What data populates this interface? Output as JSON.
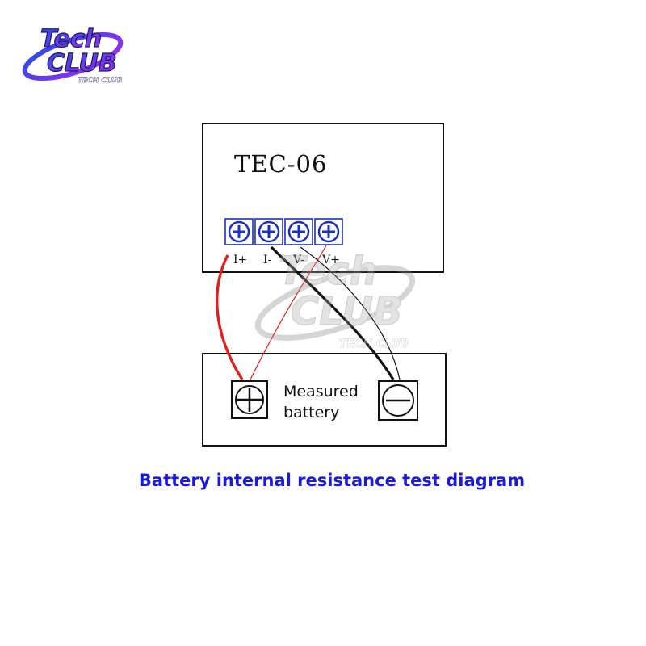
{
  "logo": {
    "line1": "Tech",
    "line2": "CLUB",
    "line3": "TECH CLUB"
  },
  "module": {
    "title": "TEC-06"
  },
  "terminals": [
    {
      "label": "I+"
    },
    {
      "label": "I-"
    },
    {
      "label": "V-"
    },
    {
      "label": "V+"
    }
  ],
  "battery": {
    "label_line1": "Measured",
    "label_line2": "battery"
  },
  "caption": "Battery internal resistance test diagram",
  "colors": {
    "caption": "#1a1adc",
    "terminal_plus": "#1a2fc8",
    "wire_red": "#e0201c",
    "wire_black": "#111111",
    "logo_purple": "#7b2cf0",
    "logo_blue": "#2b4be8"
  }
}
